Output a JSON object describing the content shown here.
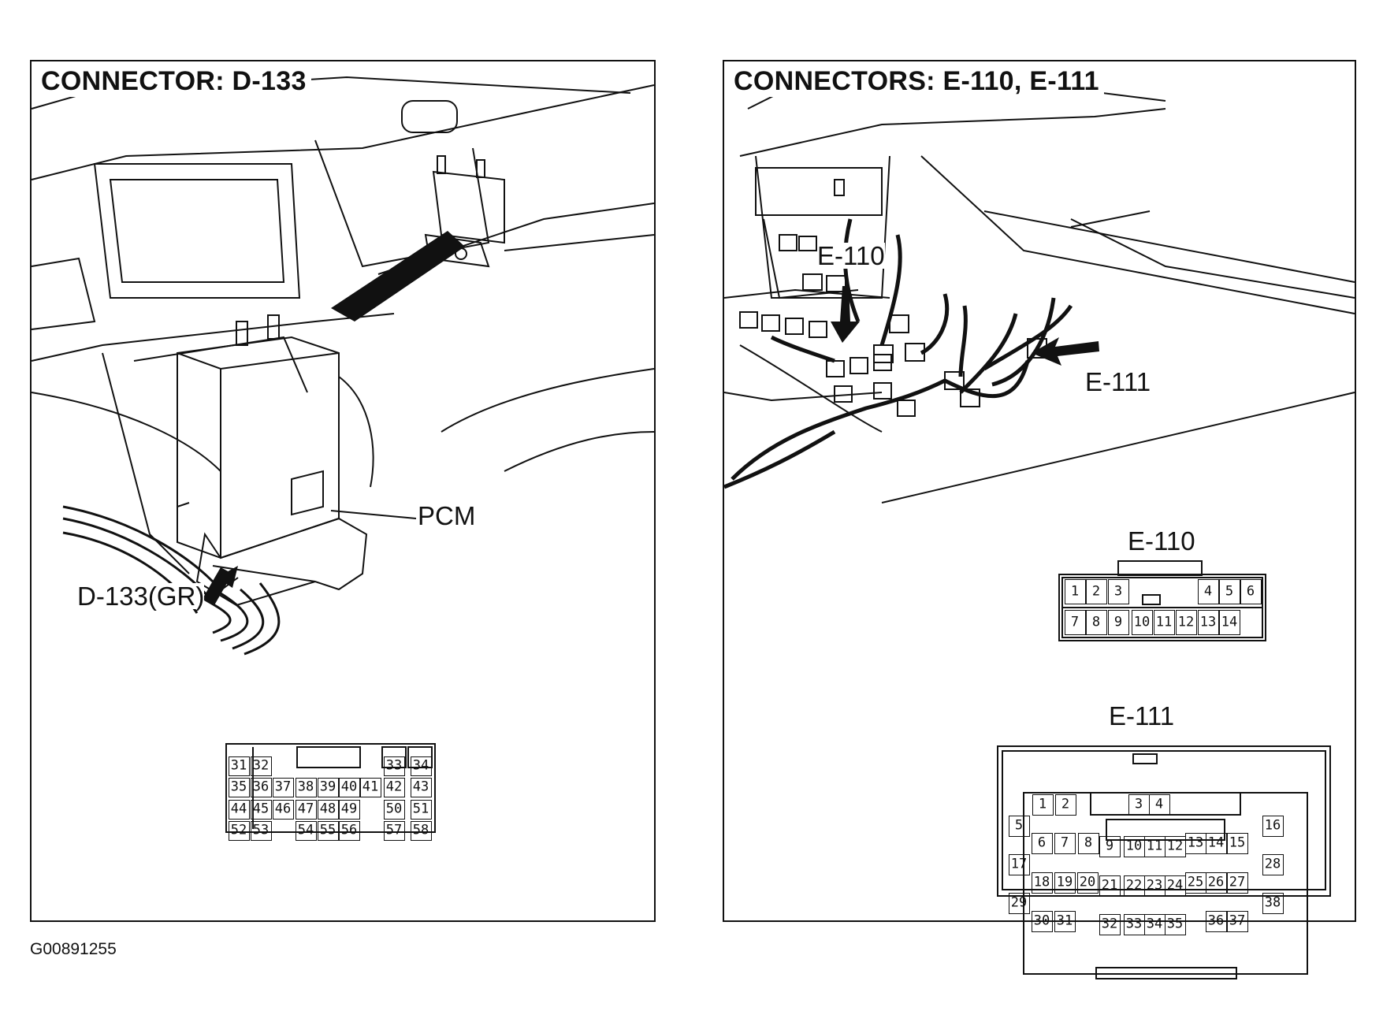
{
  "figure_code": "G00891255",
  "left_panel": {
    "title": "CONNECTOR: D-133",
    "labels": {
      "pcm": "PCM",
      "connector": "D-133(GR)"
    },
    "connector_d133": {
      "rows": [
        [
          "31",
          "32",
          "33",
          "34"
        ],
        [
          "35",
          "36",
          "37",
          "38",
          "39",
          "40",
          "41",
          "42",
          "43"
        ],
        [
          "44",
          "45",
          "46",
          "47",
          "48",
          "49",
          "50",
          "51"
        ],
        [
          "52",
          "53",
          "54",
          "55",
          "56",
          "57",
          "58"
        ]
      ]
    }
  },
  "right_panel": {
    "title": "CONNECTORS: E-110, E-111",
    "labels": {
      "e110": "E-110",
      "e111": "E-111"
    },
    "connector_e110": {
      "name": "E-110",
      "rows": [
        [
          "1",
          "2",
          "3",
          "4",
          "5",
          "6"
        ],
        [
          "7",
          "8",
          "9",
          "10",
          "11",
          "12",
          "13",
          "14"
        ]
      ]
    },
    "connector_e111": {
      "name": "E-111",
      "pins": [
        "1",
        "2",
        "3",
        "4",
        "5",
        "6",
        "7",
        "8",
        "9",
        "10",
        "11",
        "12",
        "13",
        "14",
        "15",
        "16",
        "17",
        "18",
        "19",
        "20",
        "21",
        "22",
        "23",
        "24",
        "25",
        "26",
        "27",
        "28",
        "29",
        "30",
        "31",
        "32",
        "33",
        "34",
        "35",
        "36",
        "37",
        "38"
      ]
    }
  }
}
